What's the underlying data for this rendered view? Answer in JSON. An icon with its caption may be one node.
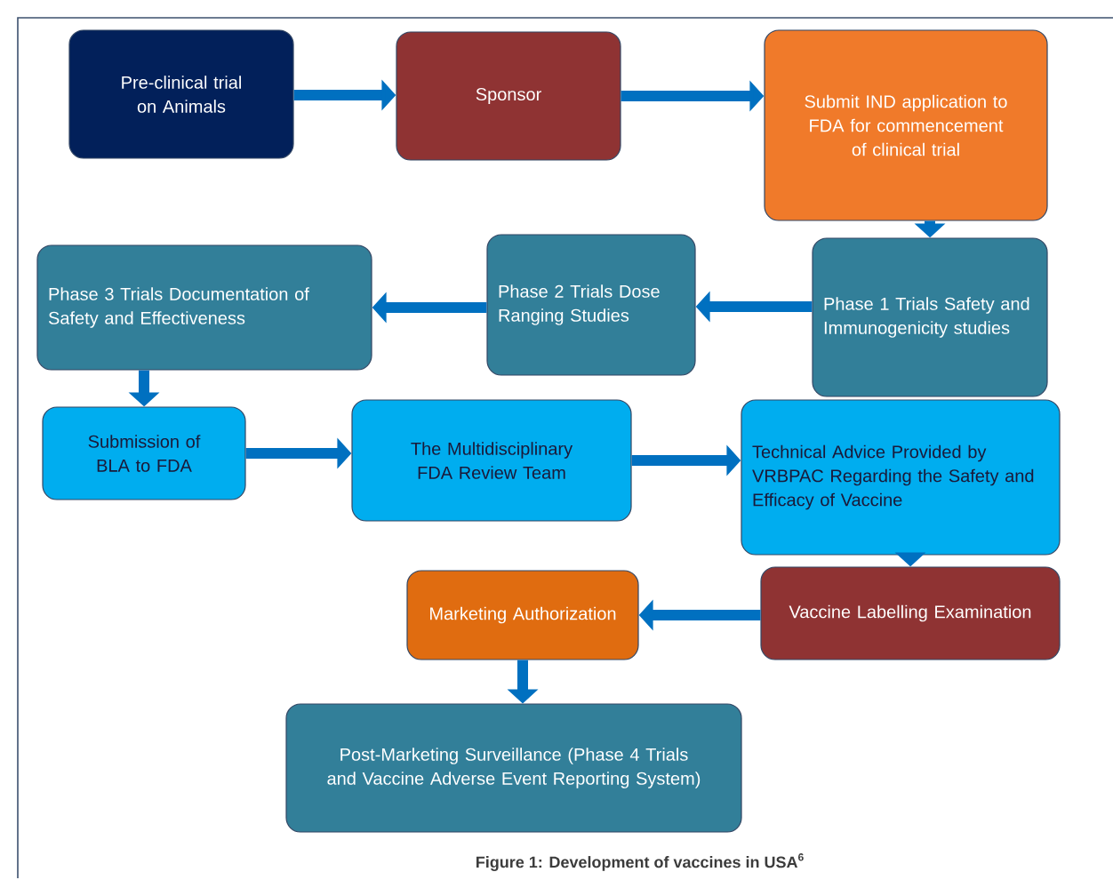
{
  "diagram": {
    "caption": "Figure 1: Development of vaccines in USA$^{6}$",
    "nodes": [
      {
        "text": [
          "Pre-clinical trial on Animals"
        ]
      },
      {
        "text": [
          "Sponsor"
        ]
      },
      {
        "text": [
          "Submit IND application to FDA for commencement of clinical trial"
        ]
      },
      {
        "text": [
          "Phase 1 Trials Safety and Immunogenicity studies"
        ]
      },
      {
        "text": [
          "Phase 2 Trials Dose Ranging Studies"
        ]
      },
      {
        "text": [
          "Phase 3 Trials Documentation of Safety and Effectiveness"
        ]
      },
      {
        "text": [
          "Submission of BLA to FDA"
        ]
      },
      {
        "text": [
          "The Multidisciplinary FDA Review Team"
        ]
      },
      {
        "text": [
          "Technical Advice Provided by VRBPAC Regarding the Safety and Efficacy of Vaccine"
        ]
      },
      {
        "text": [
          "Vaccine Labelling Examination"
        ]
      },
      {
        "text": [
          "Marketing Authorization"
        ]
      },
      {
        "text": [
          "Post-Marketing Surveillance (Phase 4 Trials and Vaccine Adverse Event Reporting System)"
        ]
      }
    ],
    "edges": [
      {
        "from": 0,
        "to": 1,
        "arrow": "to"
      },
      {
        "from": 1,
        "to": 2,
        "arrow": "to"
      },
      {
        "from": 2,
        "to": 3,
        "arrow": "to"
      },
      {
        "from": 3,
        "to": 4,
        "arrow": "to"
      },
      {
        "from": 4,
        "to": 5,
        "arrow": "to"
      },
      {
        "from": 5,
        "to": 6,
        "arrow": "to"
      },
      {
        "from": 6,
        "to": 7,
        "arrow": "to"
      },
      {
        "from": 7,
        "to": 8,
        "arrow": "to"
      },
      {
        "from": 8,
        "to": 9,
        "arrow": "to"
      },
      {
        "from": 9,
        "to": 10,
        "arrow": "to"
      },
      {
        "from": 10,
        "to": 11,
        "arrow": "to"
      }
    ]
  }
}
